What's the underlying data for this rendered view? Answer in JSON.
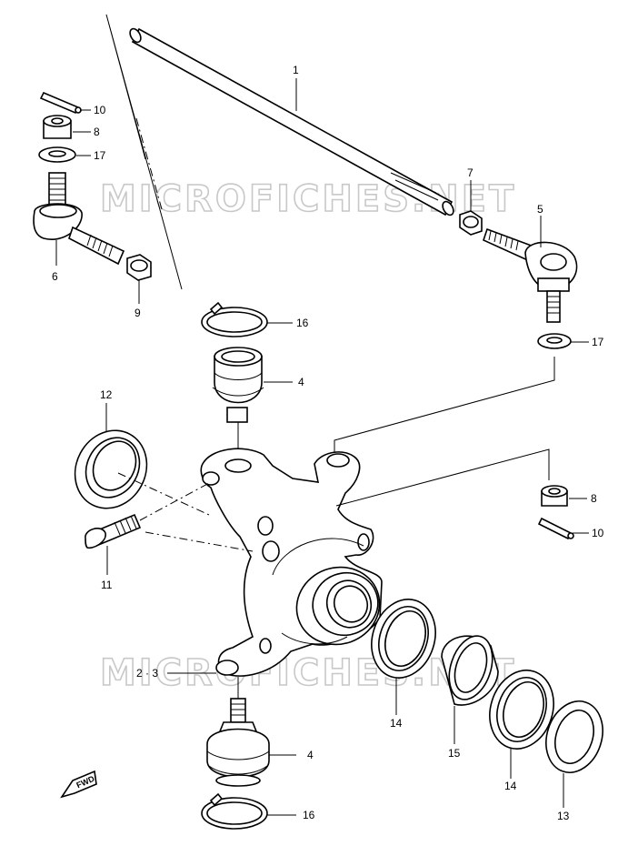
{
  "watermark": "MICROFICHES.NET",
  "fwd_badge": "FWD",
  "callouts": {
    "c1": "1",
    "c7": "7",
    "c5": "5",
    "c10a": "10",
    "c8a": "8",
    "c17a": "17",
    "c6": "6",
    "c9": "9",
    "c16a": "16",
    "c17b": "17",
    "c4a": "4",
    "c12": "12",
    "c8b": "8",
    "c10b": "10",
    "c11": "11",
    "c23": "2 · 3",
    "c14a": "14",
    "c15": "15",
    "c14b": "14",
    "c4b": "4",
    "c16b": "16",
    "c13": "13"
  }
}
